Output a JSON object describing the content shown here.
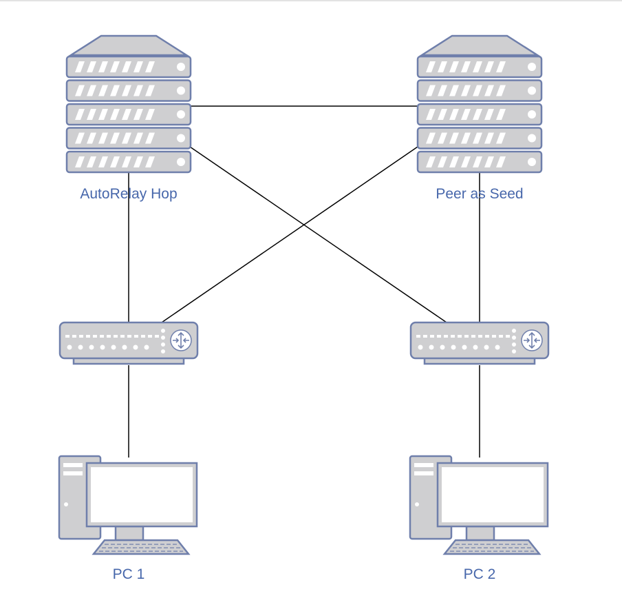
{
  "diagram": {
    "nodes": [
      {
        "id": "autorelay-hop",
        "type": "server",
        "label": "AutoRelay Hop"
      },
      {
        "id": "peer-as-seed",
        "type": "server",
        "label": "Peer as Seed"
      },
      {
        "id": "router-left",
        "type": "router",
        "label": ""
      },
      {
        "id": "router-right",
        "type": "router",
        "label": ""
      },
      {
        "id": "pc-1",
        "type": "pc",
        "label": "PC 1"
      },
      {
        "id": "pc-2",
        "type": "pc",
        "label": "PC 2"
      }
    ],
    "edges": [
      {
        "from": "autorelay-hop",
        "to": "peer-as-seed"
      },
      {
        "from": "autorelay-hop",
        "to": "router-left"
      },
      {
        "from": "autorelay-hop",
        "to": "router-right"
      },
      {
        "from": "peer-as-seed",
        "to": "router-left"
      },
      {
        "from": "peer-as-seed",
        "to": "router-right"
      },
      {
        "from": "router-left",
        "to": "pc-1"
      },
      {
        "from": "router-right",
        "to": "pc-2"
      }
    ],
    "colors": {
      "label": "#4767ab",
      "icon_stroke": "#6f7fab",
      "icon_fill": "#cfcfd1",
      "link": "#000000"
    }
  }
}
